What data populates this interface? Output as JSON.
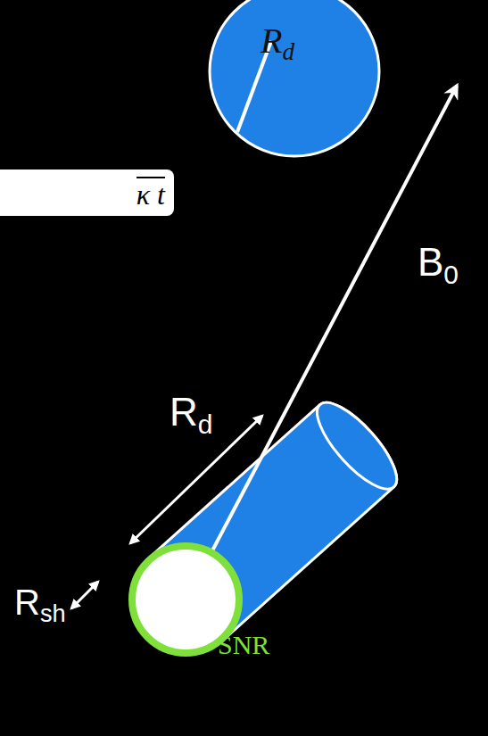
{
  "diagram": {
    "nodes": [
      {
        "text": [
          "κ t"
        ]
      }
    ],
    "labels": [
      "Rd",
      "Rd",
      "B0",
      "Rsh",
      "SNR"
    ]
  }
}
